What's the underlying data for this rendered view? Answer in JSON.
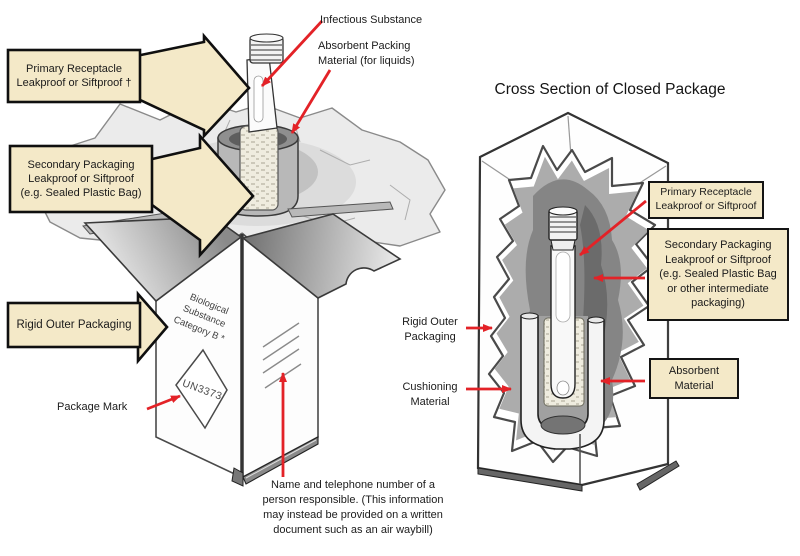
{
  "left": {
    "callout_primary": "Primary Receptacle\nLeakproof or Siftproof †",
    "callout_secondary": "Secondary Packaging\nLeakproof or Siftproof\n(e.g. Sealed Plastic Bag)",
    "callout_rigid": "Rigid Outer Packaging",
    "infectious": "Infectious Substance",
    "absorbent_packing": "Absorbent Packing\nMaterial (for liquids)",
    "package_mark": "Package Mark",
    "category_marking": "Biological\nSubstance\nCategory B *",
    "un_mark": "UN3373",
    "responsible_note": "Name and telephone number of a\nperson responsible. (This information\nmay instead be provided on a written\ndocument such as an air waybill)"
  },
  "right": {
    "title": "Cross Section of Closed Package",
    "box_primary": "Primary Receptacle\nLeakproof or Siftproof",
    "box_secondary": "Secondary Packaging\nLeakproof or Siftproof\n(e.g. Sealed Plastic Bag\nor other intermediate\npackaging)",
    "box_absorbent": "Absorbent\nMaterial",
    "rigid_outer": "Rigid Outer\nPackaging",
    "cushioning": "Cushioning\nMaterial"
  },
  "colors": {
    "callout_fill": "#F4E9C8",
    "arrow_red": "#E32227",
    "outline": "#1A1A1A"
  }
}
